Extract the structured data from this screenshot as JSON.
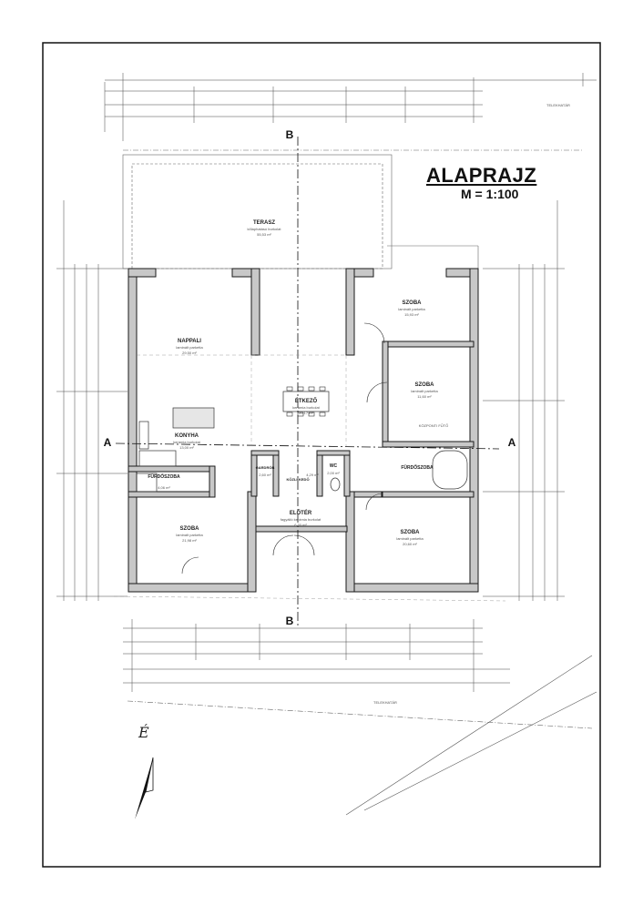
{
  "title": "ALAPRAJZ",
  "scale": "M = 1:100",
  "section_marks": {
    "a_left": "A",
    "a_right": "A",
    "b_top": "B",
    "b_bottom": "B"
  },
  "north": "É",
  "rooms": {
    "terasz": {
      "name": "TERASZ",
      "sub": "kőlaphatású burkolat",
      "area": "55,53 m²"
    },
    "nappali": {
      "name": "NAPPALI",
      "sub": "laminált parketta",
      "area": "29,50 m²"
    },
    "konyha": {
      "name": "KONYHA",
      "sub": "kerámia burkolat",
      "area": "13,00 m²"
    },
    "etkezo": {
      "name": "ÉTKEZŐ",
      "sub": "kerámia burkolat",
      "area": "20,17 m²"
    },
    "szoba_ne": {
      "name": "SZOBA",
      "sub": "laminált parketta",
      "area": "15,93 m²"
    },
    "szoba_e": {
      "name": "SZOBA",
      "sub": "laminált parketta",
      "area": "11,60 m²"
    },
    "kozlekedo": {
      "name": "KÖZLEKEDŐ",
      "sub": "kerámia burkolat",
      "area": "4,29 m²"
    },
    "furdo_w": {
      "name": "FÜRDŐSZOBA",
      "sub": "",
      "area": "4,06 m²"
    },
    "gardrob": {
      "name": "GARDRÓB",
      "sub": "",
      "area": "2,60 m²"
    },
    "wc": {
      "name": "WC",
      "sub": "",
      "area": "2,00 m²"
    },
    "furdo_e": {
      "name": "FÜRDŐSZOBA",
      "sub": "",
      "area": ""
    },
    "szoba_sw": {
      "name": "SZOBA",
      "sub": "laminált parketta",
      "area": "21,98 m²"
    },
    "eloter": {
      "name": "ELŐTÉR",
      "sub": "fagyálló kerámia burkolat",
      "area": "6,30 m²"
    },
    "szoba_se": {
      "name": "SZOBA",
      "sub": "laminált parketta",
      "area": "20,60 m²"
    },
    "kozponti": {
      "name": "KÖZPONTI FŰTŐ",
      "sub": "",
      "area": ""
    }
  },
  "labels": {
    "tolohatar": "TELEKHATÁR"
  },
  "colors": {
    "ink": "#1a1a1a",
    "wall_fill": "#c8c8c8",
    "dim": "#444444",
    "paper": "#ffffff"
  }
}
